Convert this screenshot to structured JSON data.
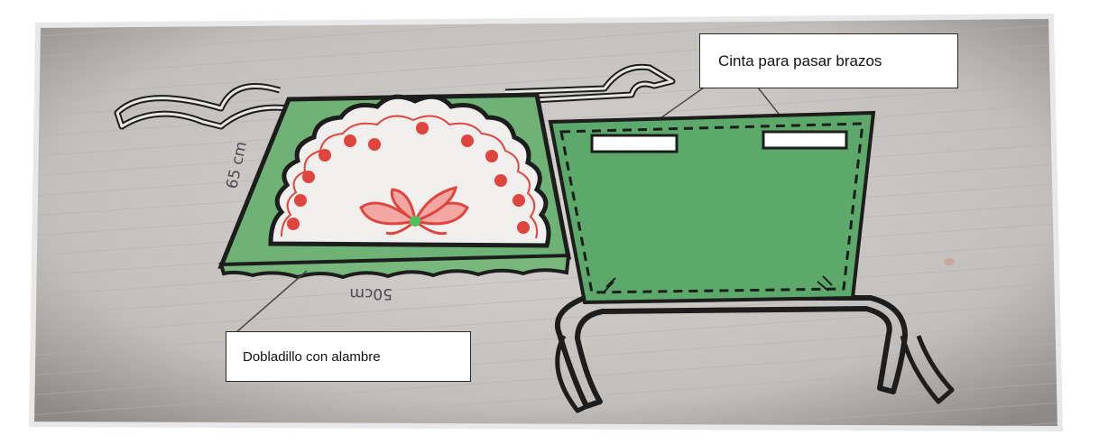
{
  "callouts": {
    "ribbon_label": "Cinta para pasar brazos",
    "hem_label": "Dobladillo con alambre"
  },
  "handwritten": {
    "side_length": "65 cm",
    "bottom_width": "50cm"
  },
  "colors": {
    "paper": "#c9c5c2",
    "apron_green": "#6fb276",
    "pocket_green": "#5da86b",
    "flower_red": "#e0453d",
    "outline": "#1d1d1d"
  }
}
